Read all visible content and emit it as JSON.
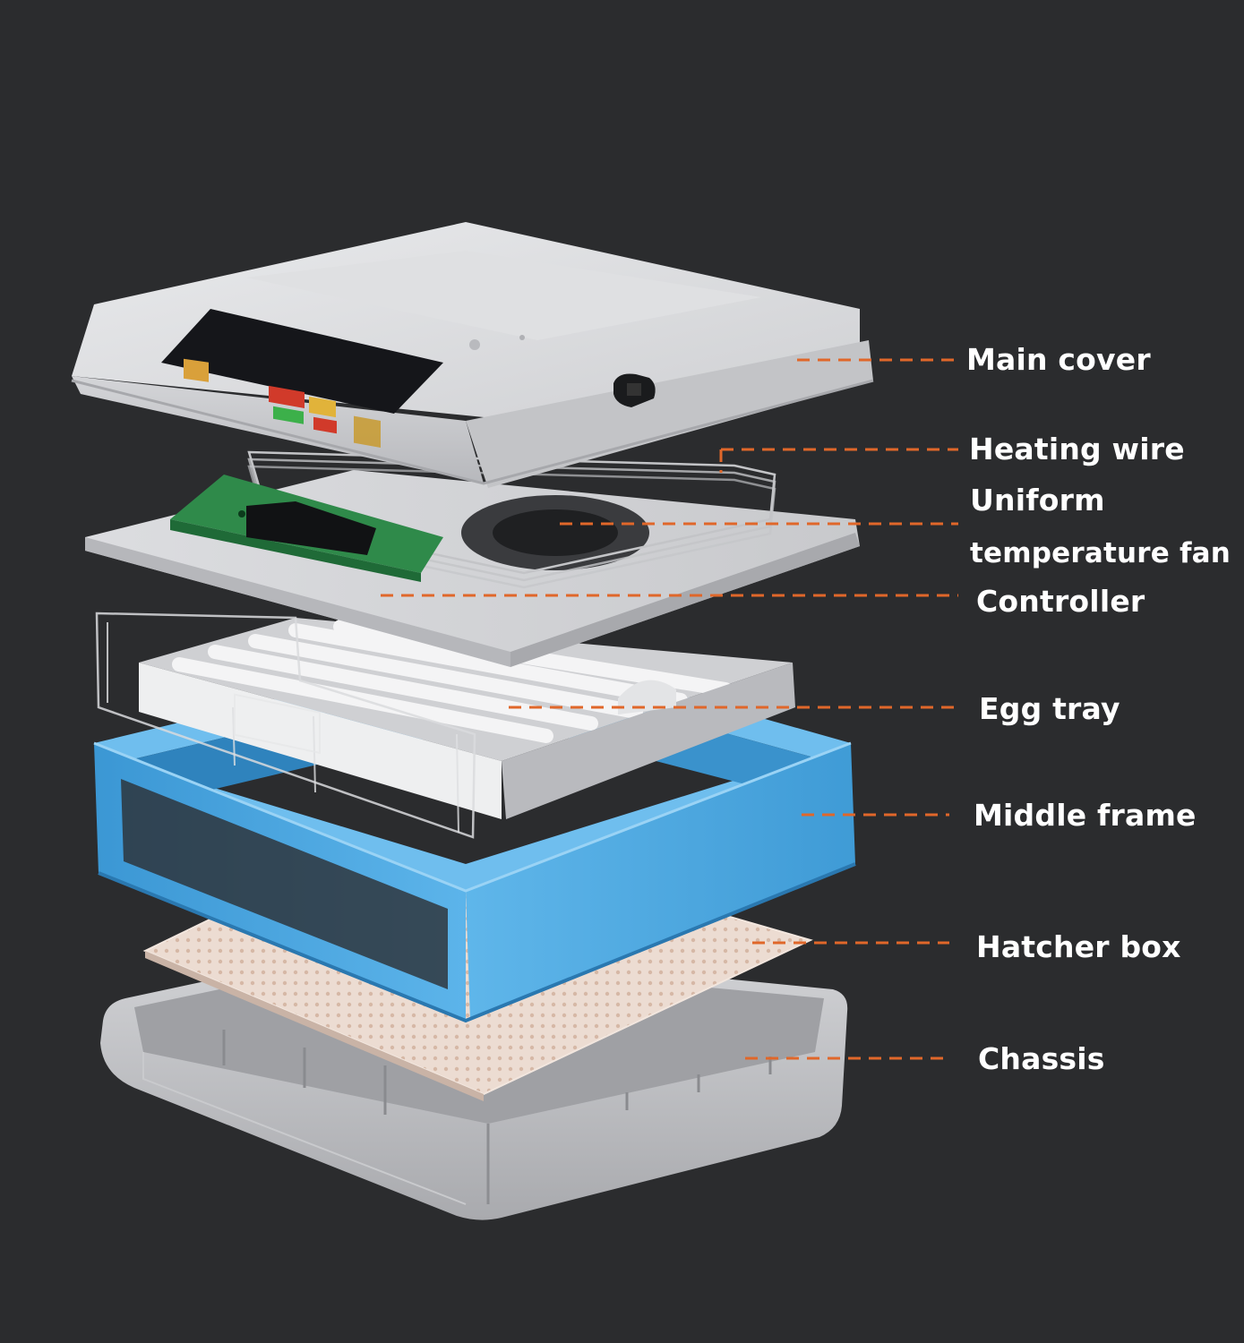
{
  "colors": {
    "background": "#2b2c2e",
    "leader_line": "#e0672a",
    "label_text": "#ffffff",
    "housing_grey": "#d9dadc",
    "middle_frame_blue": "#4aa3dc",
    "controller_board_green": "#2f8a4a"
  },
  "labels": {
    "main_cover": "Main cover",
    "heating_wire": "Heating wire",
    "fan_line1": "Uniform",
    "fan_line2": "temperature fan",
    "controller": "Controller",
    "egg_tray": "Egg tray",
    "middle_frame": "Middle frame",
    "hatcher_box": "Hatcher box",
    "chassis": "Chassis"
  }
}
